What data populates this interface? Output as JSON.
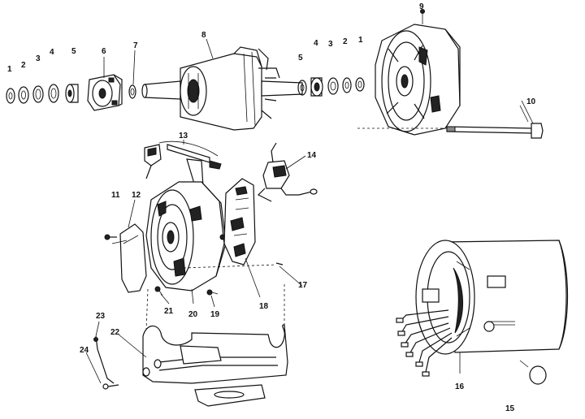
{
  "labels": {
    "l1a": "1",
    "l2a": "2",
    "l3a": "3",
    "l4a": "4",
    "l5a": "5",
    "l6": "6",
    "l7": "7",
    "l8": "8",
    "l5b": "5",
    "l4b": "4",
    "l3b": "3",
    "l2b": "2",
    "l1b": "1",
    "l9": "9",
    "l10": "10",
    "l11": "11",
    "l12": "12",
    "l13": "13",
    "l14": "14",
    "l15": "15",
    "l16": "16",
    "l17": "17",
    "l18": "18",
    "l19": "19",
    "l20": "20",
    "l21": "21",
    "l22": "22",
    "l23": "23",
    "l24": "24"
  }
}
